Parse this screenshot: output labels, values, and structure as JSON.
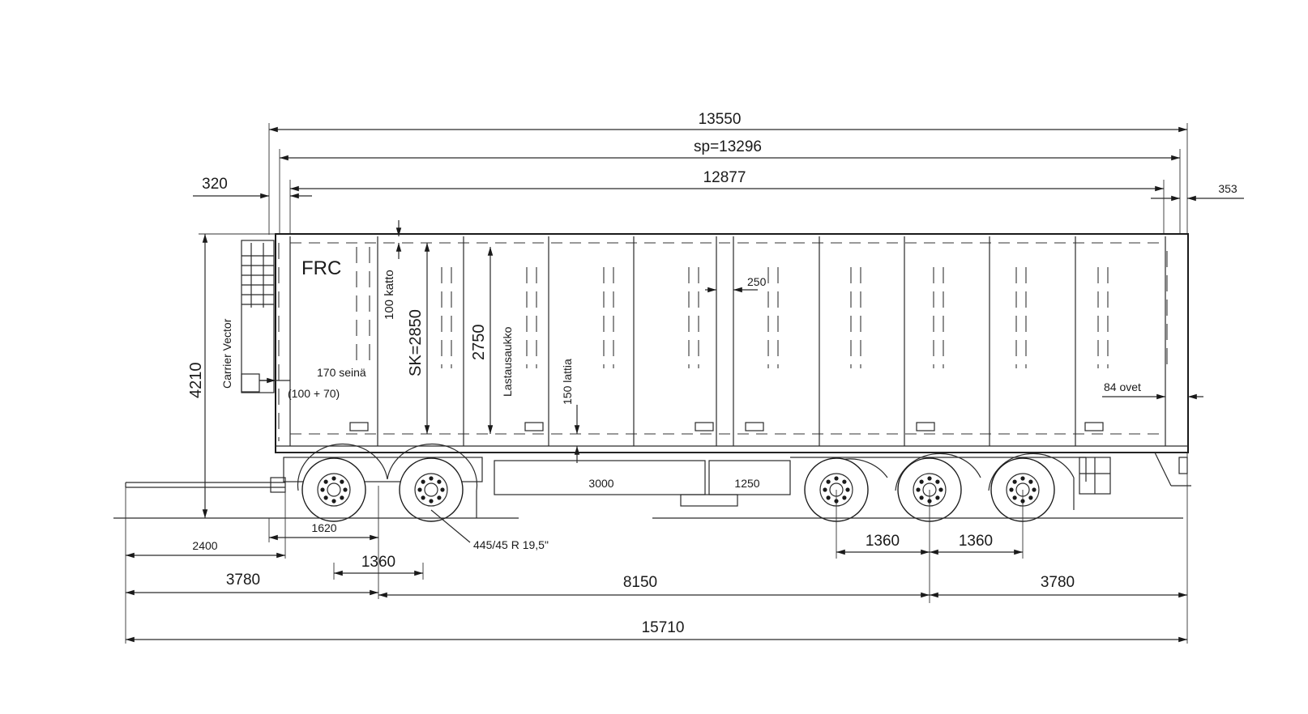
{
  "dims": {
    "overall_body": "13550",
    "sp": "sp=13296",
    "inner_length": "12877",
    "front_offset": "320",
    "rear_offset": "353",
    "height_total": "4210",
    "sk": "SK=2850",
    "door_opening": "2750",
    "roof": "100 katto",
    "door_label": "Lastausaukko",
    "floor": "150 lattia",
    "wall": "170 seinä",
    "wall_detail": "(100 + 70)",
    "gap": "250",
    "doors": "84 ovet",
    "box1": "3000",
    "box2": "1250",
    "drawbar": "2400",
    "front_axle_spacing": "1620",
    "front_1360": "1360",
    "tire": "445/45 R 19,5\"",
    "rear_spacing_1": "1360",
    "rear_spacing_2": "1360",
    "front_overhang": "3780",
    "wheelbase": "8150",
    "rear_overhang": "3780",
    "overall_length": "15710"
  },
  "labels": {
    "brand": "FRC",
    "unit": "Carrier Vector"
  }
}
